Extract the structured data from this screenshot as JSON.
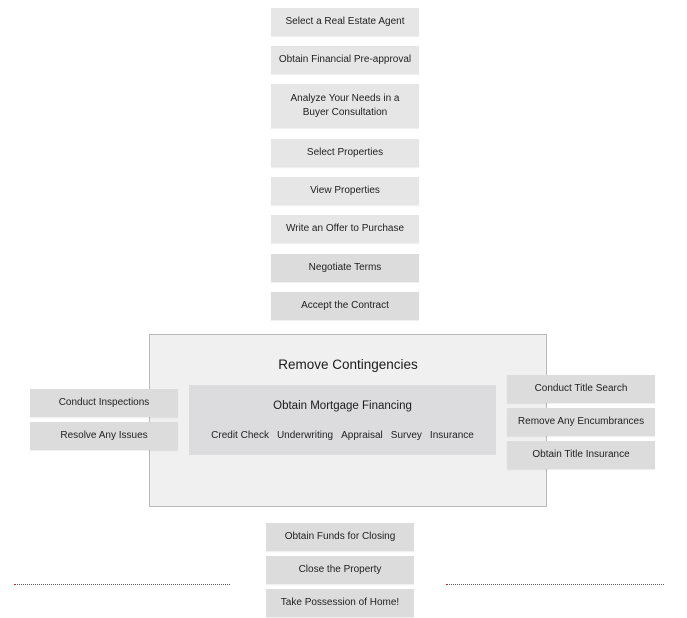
{
  "steps_top": [
    "Select a Real Estate Agent",
    "Obtain Financial Pre-approval",
    "Analyze Your Needs in a Buyer Consultation",
    "Select Properties",
    "View Properties",
    "Write an Offer to Purchase",
    "Negotiate Terms",
    "Accept the Contract"
  ],
  "contingencies": {
    "title": "Remove Contingencies",
    "mortgage": {
      "title": "Obtain Mortgage Financing",
      "items": [
        "Credit Check",
        "Underwriting",
        "Appraisal",
        "Survey",
        "Insurance"
      ]
    },
    "left": [
      "Conduct Inspections",
      "Resolve Any Issues"
    ],
    "right": [
      "Conduct Title Search",
      "Remove Any Encumbrances",
      "Obtain Title Insurance"
    ]
  },
  "steps_bottom": [
    "Obtain Funds for Closing",
    "Close the Property",
    "Take Possession of Home!"
  ],
  "colors": {
    "step_fill": "#dcdcdd",
    "container_fill": "#f0f0f1",
    "divider": "#c62828"
  }
}
